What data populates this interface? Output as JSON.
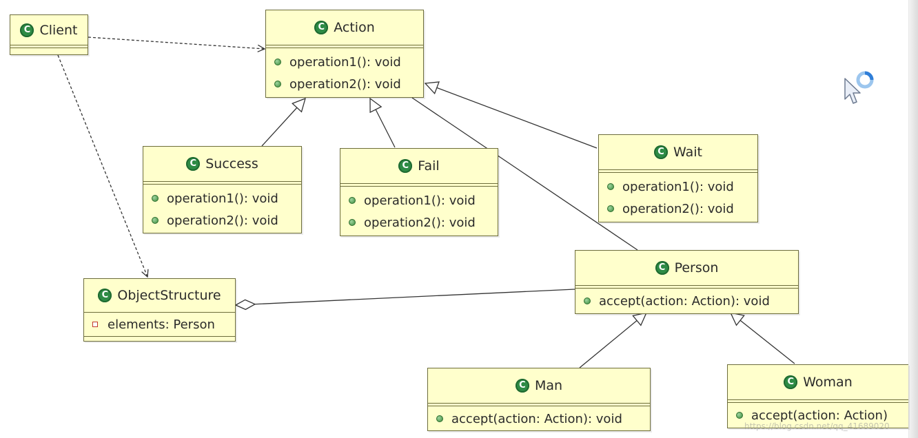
{
  "classes": {
    "client": {
      "name": "Client",
      "methods": []
    },
    "action": {
      "name": "Action",
      "methods": [
        "operation1(): void",
        "operation2(): void"
      ]
    },
    "success": {
      "name": "Success",
      "methods": [
        "operation1(): void",
        "operation2(): void"
      ]
    },
    "fail": {
      "name": "Fail",
      "methods": [
        "operation1(): void",
        "operation2(): void"
      ]
    },
    "wait": {
      "name": "Wait",
      "methods": [
        "operation1(): void",
        "operation2(): void"
      ]
    },
    "object_structure": {
      "name": "ObjectStructure",
      "fields": [
        "elements: Person"
      ]
    },
    "person": {
      "name": "Person",
      "methods": [
        "accept(action: Action): void"
      ]
    },
    "man": {
      "name": "Man",
      "methods": [
        "accept(action: Action): void"
      ]
    },
    "woman": {
      "name": "Woman",
      "methods": [
        "accept(action: Action)"
      ]
    }
  },
  "relations": [
    {
      "from": "Client",
      "to": "Action",
      "kind": "dependency"
    },
    {
      "from": "Client",
      "to": "ObjectStructure",
      "kind": "dependency"
    },
    {
      "from": "Success",
      "to": "Action",
      "kind": "generalization"
    },
    {
      "from": "Fail",
      "to": "Action",
      "kind": "generalization"
    },
    {
      "from": "Wait",
      "to": "Action",
      "kind": "generalization"
    },
    {
      "from": "Person",
      "to": "Action",
      "kind": "association"
    },
    {
      "from": "ObjectStructure",
      "to": "Person",
      "kind": "aggregation"
    },
    {
      "from": "Man",
      "to": "Person",
      "kind": "generalization"
    },
    {
      "from": "Woman",
      "to": "Person",
      "kind": "generalization"
    }
  ],
  "icons": {
    "class": "class-icon",
    "method": "public-method-icon",
    "field": "private-field-icon"
  },
  "colors": {
    "class_fill": "#ffffcc",
    "class_border": "#6b6b3a",
    "class_icon": "#2e8b45",
    "method_dot": "#3c8d3c",
    "field_marker": "#c0392b"
  },
  "watermark": "https://blog.csdn.net/qq_41689020"
}
